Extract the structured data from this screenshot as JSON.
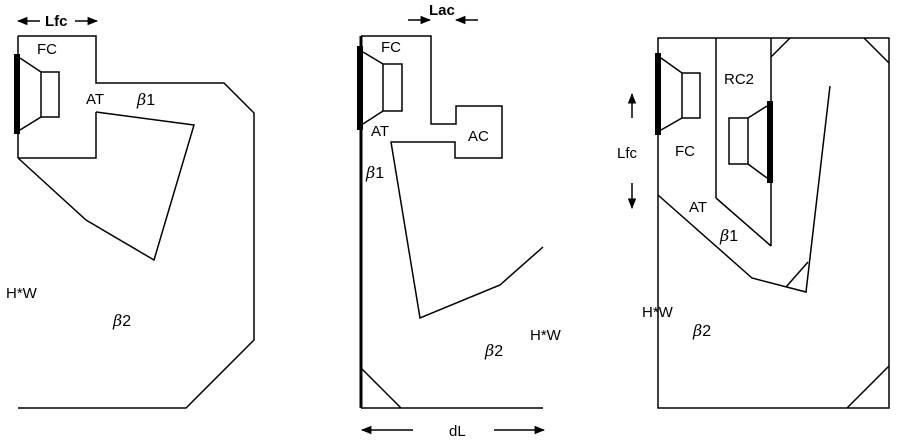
{
  "diagram_1": {
    "dimension_label": "Lfc",
    "speaker_label": "FC",
    "chamber_label": "AT",
    "beta1": {
      "symbol": "β",
      "index": "1"
    },
    "beta2": {
      "symbol": "β",
      "index": "2"
    },
    "size_label": "H*W"
  },
  "diagram_2": {
    "dimension_top_label": "Lac",
    "speaker_label": "FC",
    "chamber_label": "AT",
    "aux_chamber_label": "AC",
    "beta1": {
      "symbol": "β",
      "index": "1"
    },
    "beta2": {
      "symbol": "β",
      "index": "2"
    },
    "size_label": "H*W",
    "dimension_bottom_label": "dL"
  },
  "diagram_3": {
    "dimension_label": "Lfc",
    "speaker_label": "FC",
    "rear_speaker_label": "RC2",
    "chamber_label": "AT",
    "beta1": {
      "symbol": "β",
      "index": "1"
    },
    "beta2": {
      "symbol": "β",
      "index": "2"
    },
    "size_label": "H*W"
  }
}
